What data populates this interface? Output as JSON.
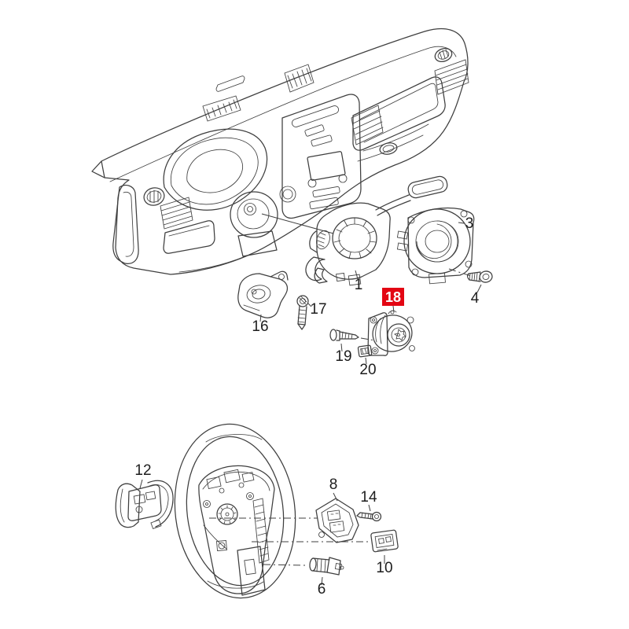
{
  "diagram": {
    "kind": "exploded-parts-diagram",
    "subject": "vehicle dashboard, steering column switches and steering wheel",
    "background": "#ffffff"
  },
  "colors": {
    "line": "#3f3f3f",
    "label_text": "#1d1d1d",
    "highlight_bg": "#e30613",
    "highlight_text": "#ffffff"
  },
  "highlighted_part": "18",
  "labels": {
    "p1": "1",
    "p3": "3",
    "p4": "4",
    "p6": "6",
    "p8": "8",
    "p10": "10",
    "p12": "12",
    "p14": "14",
    "p16": "16",
    "p17": "17",
    "p18": "18",
    "p19": "19",
    "p20": "20"
  }
}
